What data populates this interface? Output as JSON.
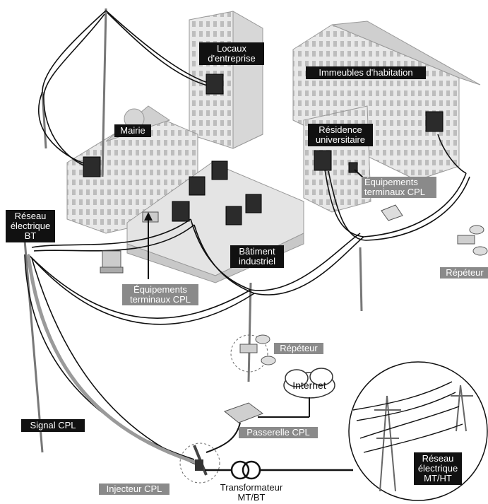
{
  "labels": {
    "locaux": "Locaux\nd'entreprise",
    "immeubles": "Immeubles d'habitation",
    "mairie": "Mairie",
    "residence": "Résidence\nuniversitaire",
    "equip_right": "Équipements\nterminaux CPL",
    "reseau_bt": "Réseau\nélectrique\nBT",
    "batiment": "Bâtiment\nindustriel",
    "equip_left": "Équipements\nterminaux CPL",
    "repeteur_right": "Répéteur",
    "repeteur_center": "Répéteur",
    "internet": "Internet",
    "signal": "Signal CPL",
    "passerelle": "Passerelle CPL",
    "reseau_mt": "Réseau\nélectrique\nMT/HT",
    "injecteur": "Injecteur CPL",
    "transformateur": "Transformateur\nMT/BT"
  }
}
